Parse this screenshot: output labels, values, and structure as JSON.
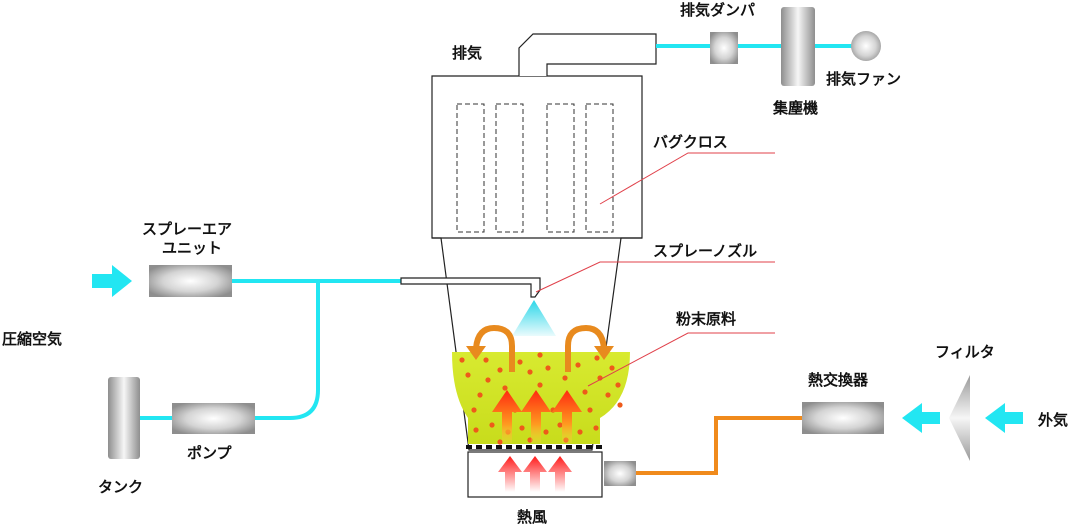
{
  "labels": {
    "exhaust": "排気",
    "exhaust_damper": "排気ダンパ",
    "exhaust_fan": "排気ファン",
    "dust_collector": "集塵機",
    "bag_cloth": "バグクロス",
    "spray_air_unit_line1": "スプレーエア",
    "spray_air_unit_line2": "ユニット",
    "spray_nozzle": "スプレーノズル",
    "compressed_air": "圧縮空気",
    "powder_material": "粉末原料",
    "tank": "タンク",
    "pump": "ポンプ",
    "heat_exchanger": "熱交換器",
    "filter": "フィルタ",
    "outside_air": "外気",
    "hot_air": "熱風"
  },
  "colors": {
    "air_line": "#22e6f2",
    "hot_line": "#f08a1c",
    "powder": "#d2e62a",
    "particle": "#ee5a1a",
    "leader": "#e0404a"
  }
}
